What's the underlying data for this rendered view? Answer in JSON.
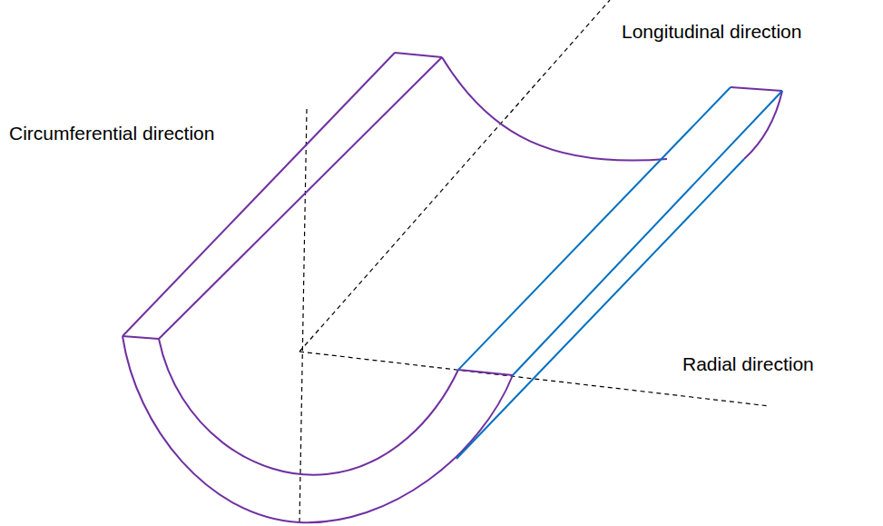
{
  "diagram": {
    "labels": [
      "Longitudinal direction",
      "Circumferential direction",
      "Radial direction"
    ]
  }
}
